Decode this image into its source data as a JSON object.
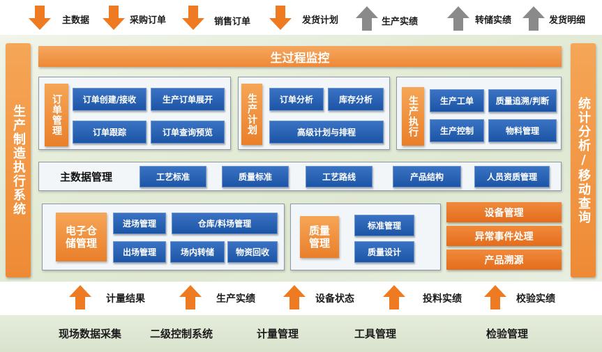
{
  "top_flow": [
    {
      "label": "主数据",
      "direction": "down"
    },
    {
      "label": "采购订单",
      "direction": "down"
    },
    {
      "label": "销售订单",
      "direction": "down"
    },
    {
      "label": "发货计划",
      "direction": "down"
    },
    {
      "label": "生产实绩",
      "direction": "up"
    },
    {
      "label": "转储实绩",
      "direction": "up"
    },
    {
      "label": "发货明细",
      "direction": "up"
    }
  ],
  "left_bar": "生产制造执行系统",
  "right_bar": "统计分析/移动查询",
  "title": "生过程监控",
  "order_group": {
    "category": "订单管理",
    "items": [
      "订单创建/接收",
      "生产订单展开",
      "订单跟踪",
      "订单查询预览"
    ]
  },
  "plan_group": {
    "category": "生产计划",
    "items": [
      "订单分析",
      "库存分析",
      "高级计划与排程"
    ]
  },
  "exec_group": {
    "category": "生产执行",
    "items": [
      "生产工单",
      "质量追溯/判断",
      "生产控制",
      "物料管理"
    ]
  },
  "master_data": {
    "label": "主数据管理",
    "items": [
      "工艺标准",
      "质量标准",
      "工艺路线",
      "产品结构",
      "人员资质管理"
    ]
  },
  "storage_group": {
    "category": "电子仓储管理",
    "items": [
      "进场管理",
      "仓库/料场管理",
      "出场管理",
      "场内转储",
      "物资回收"
    ]
  },
  "quality_group": {
    "category": "质量管理",
    "items": [
      "标准管理",
      "质量设计"
    ]
  },
  "right_items": [
    "设备管理",
    "异常事件处理",
    "产品溯源"
  ],
  "bottom_flow": [
    "计量结果",
    "生产实绩",
    "设备状态",
    "投料实绩",
    "校验实绩"
  ],
  "foundation": [
    "现场数据采集",
    "二级控制系统",
    "计量管理",
    "工具管理",
    "检验管理"
  ],
  "colors": {
    "orange": "#ee8a35",
    "blue": "#1d55a6",
    "arrow_orange": "#ee7a22",
    "arrow_gray": "#8a8a8a"
  }
}
